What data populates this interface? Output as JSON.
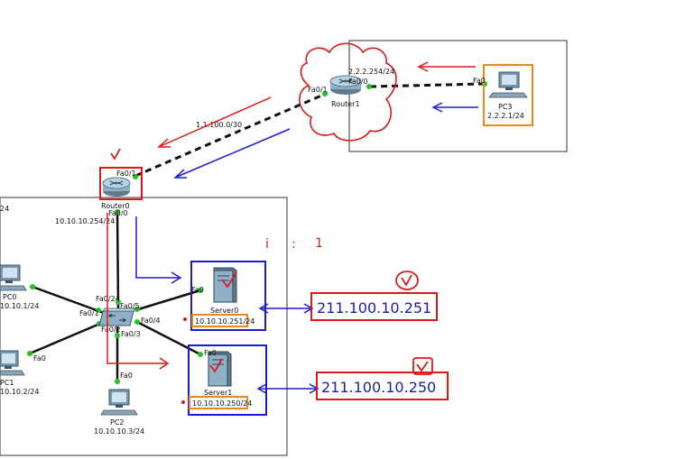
{
  "devices": {
    "router0": {
      "name": "Router0",
      "fa01": "Fa0/1",
      "fa00": "Fa0/0",
      "ip": "10.10.10.254/24"
    },
    "router1": {
      "name": "Router1",
      "fa01": "Fa0/1",
      "fa00": "Fa0/0",
      "ip": "2.2.2.254/24"
    },
    "pc3": {
      "name": "PC3",
      "port": "Fa0",
      "ip": "2.2.2.1/24"
    },
    "pc0": {
      "name": "PC0",
      "ip": "10.10.1/24"
    },
    "pc1": {
      "name": "PC1",
      "port": "Fa0",
      "ip": "10.10.2/24"
    },
    "pc2": {
      "name": "PC2",
      "port": "Fa0",
      "ip": "10.10.10.3/24"
    },
    "server0": {
      "name": "Server0",
      "port": "Fa0",
      "ip": "10.10.10.251/24"
    },
    "server1": {
      "name": "Server1",
      "port": "Fa0",
      "ip": "10.10.10.250/24"
    }
  },
  "switch_ports": {
    "fa024": "Fa0/24",
    "fa05": "Fa0/5",
    "fa01": "Fa0/1",
    "fa02": "Fa0/2",
    "fa04": "Fa0/4",
    "fa03": "Fa0/3"
  },
  "link_label": "1.1.100.0/30",
  "left_edge_label": "24",
  "nat": {
    "server0_public": "211.100.10.251",
    "server1_public": "211.100.10.250"
  },
  "annotation_marks": [
    "i",
    ":",
    "1"
  ],
  "colors": {
    "annotation_red": "#e01818",
    "annotation_blue": "#1b1bd6",
    "device_highlight": "#e88a1a",
    "link_green": "#22c322"
  }
}
